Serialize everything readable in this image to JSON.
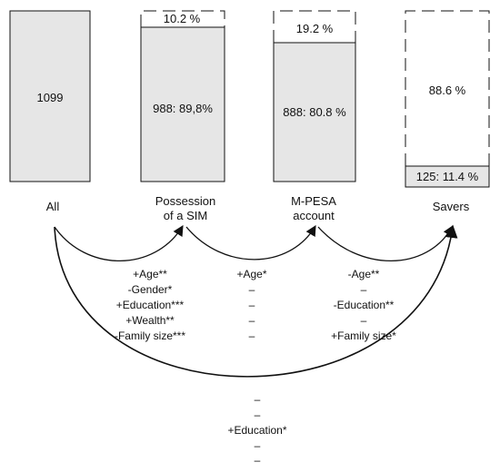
{
  "bars": [
    {
      "label_lines": [
        "All"
      ],
      "total_label": "1099"
    },
    {
      "label_lines": [
        "Possession",
        "of a SIM"
      ],
      "main_label": "988: 89,8%",
      "remainder_label": "10.2 %"
    },
    {
      "label_lines": [
        "M-PESA",
        "account"
      ],
      "main_label": "888: 80.8 %",
      "remainder_label": "19.2 %"
    },
    {
      "label_lines": [
        "Savers"
      ],
      "main_label": "125: 11.4 %",
      "remainder_label": "88.6 %"
    }
  ],
  "transitions": [
    {
      "factors": [
        "+Age**",
        "-Gender*",
        "+Education***",
        "+Wealth**",
        "-Family size***"
      ]
    },
    {
      "factors": [
        "+Age*",
        "–",
        "–",
        "–",
        "–"
      ]
    },
    {
      "factors": [
        "-Age**",
        "–",
        "-Education**",
        "–",
        "+Family size*"
      ]
    },
    {
      "factors": [
        "–",
        "–",
        "+Education*",
        "–",
        "–"
      ]
    }
  ],
  "colors": {
    "bar_fill": "#e6e6e6",
    "stroke": "#111111"
  }
}
